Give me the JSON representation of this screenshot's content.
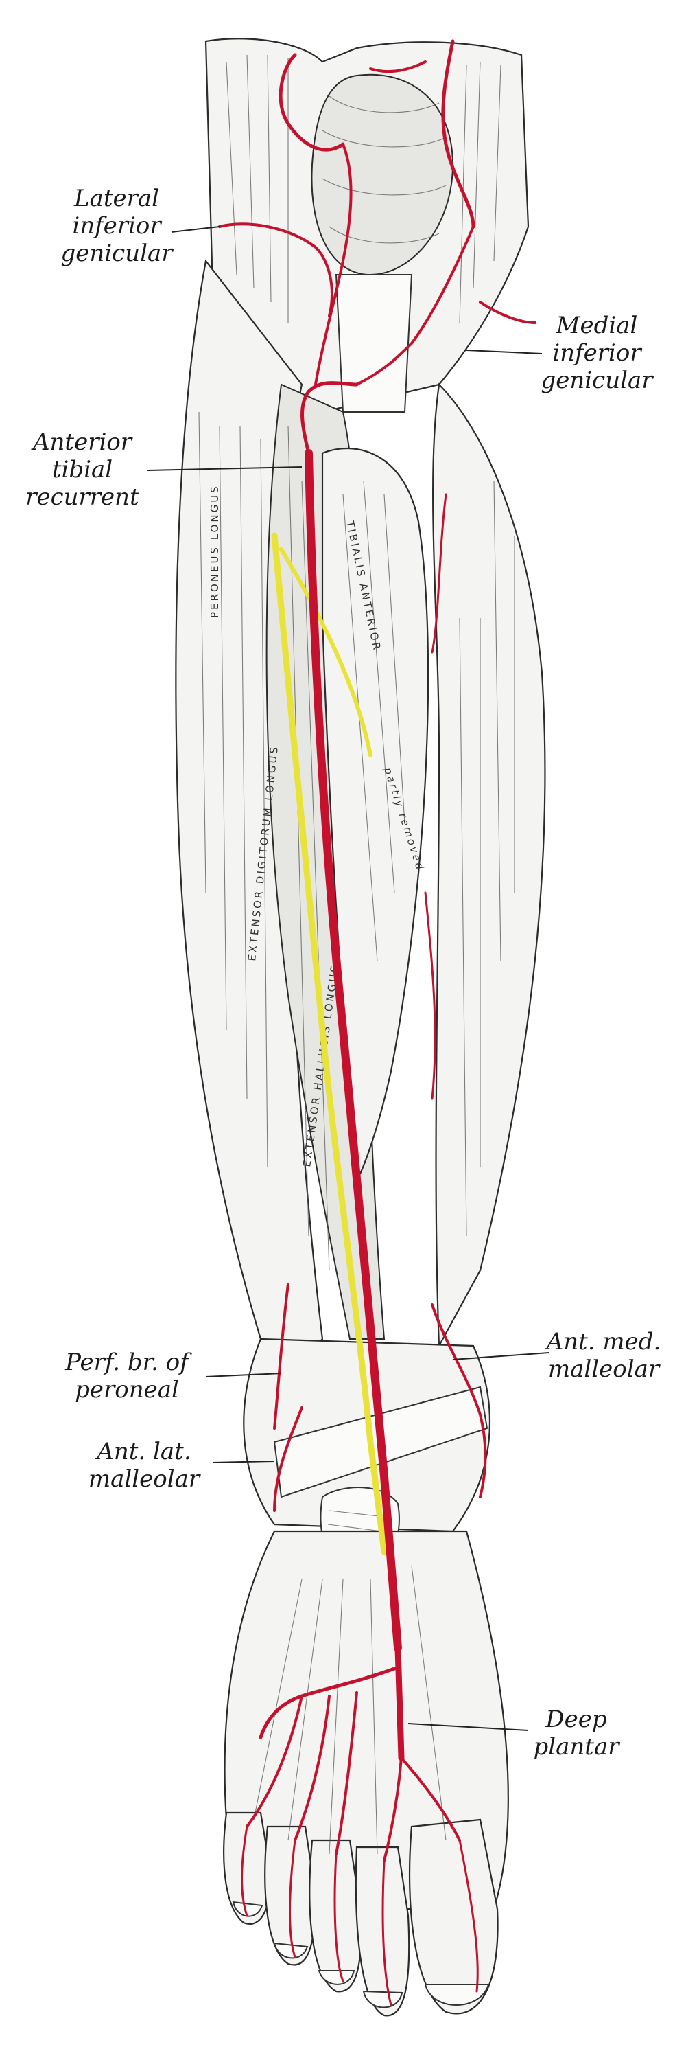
{
  "labels": {
    "lateral_inferior_genicular": [
      "Lateral",
      "inferior",
      "genicular"
    ],
    "medial_inferior_genicular": [
      "Medial",
      "inferior",
      "genicular"
    ],
    "anterior_tibial_recurrent": [
      "Anterior",
      "tibial",
      "recurrent"
    ],
    "perf_br_of_peroneal": [
      "Perf. br. of",
      "peroneal"
    ],
    "ant_med_malleolar": [
      "Ant. med.",
      "malleolar"
    ],
    "ant_lat_malleolar": [
      "Ant. lat.",
      "malleolar"
    ],
    "deep_plantar": [
      "Deep",
      "plantar"
    ]
  },
  "muscle_labels": {
    "tibialis_anterior": "TIBIALIS ANTERIOR",
    "partly_removed": "partly removed",
    "peroneus_longus": "PERONEUS LONGUS",
    "extensor_digitorum_longus": "EXTENSOR DIGITORUM LONGUS",
    "extensor_hallucis_longus": "EXTENSOR HALLUCIS LONGUS"
  },
  "colors": {
    "artery": "#c4122e",
    "nerve": "#e8e23a",
    "ink": "#1a1a1a",
    "paper": "#ffffff"
  }
}
